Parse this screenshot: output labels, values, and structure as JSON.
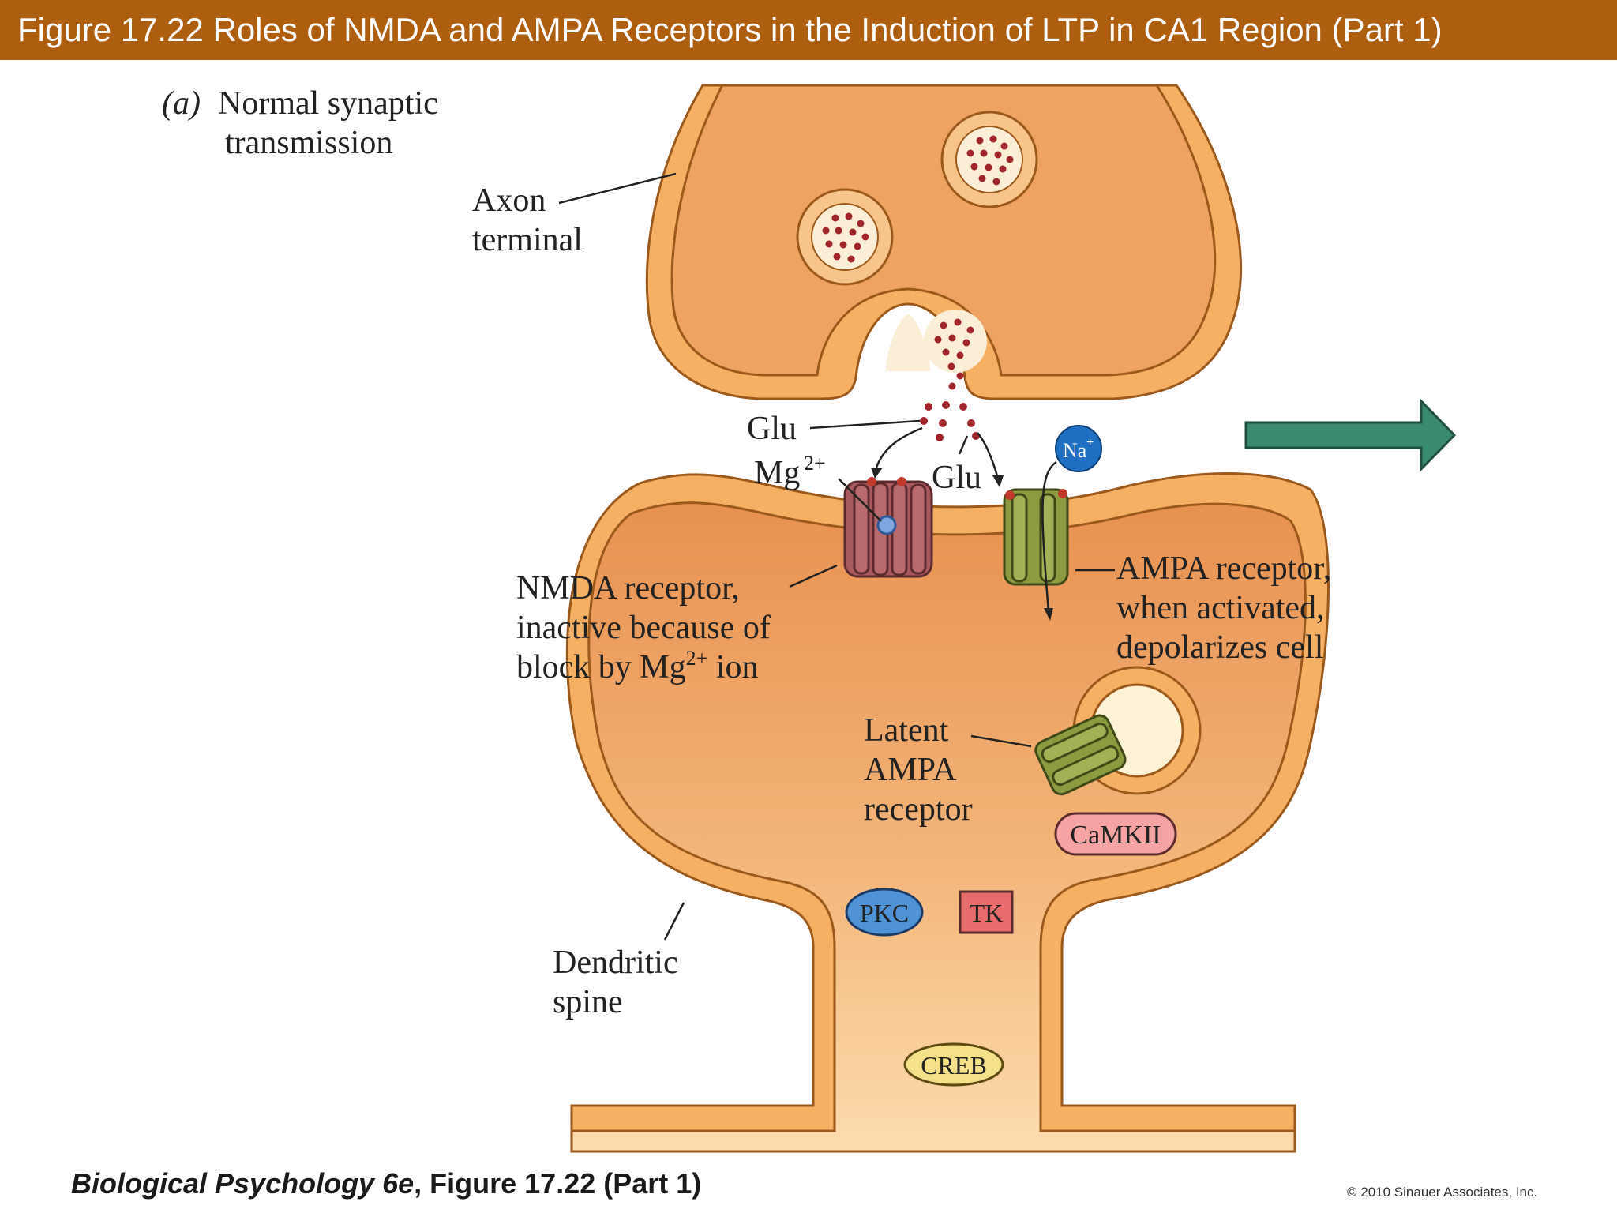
{
  "header": {
    "title": "Figure 17.22  Roles of NMDA and AMPA Receptors in the Induction of LTP in CA1 Region (Part 1)"
  },
  "panel": {
    "letter": "(a)",
    "title_line1": "Normal synaptic",
    "title_line2": "transmission"
  },
  "labels": {
    "axon_terminal_1": "Axon",
    "axon_terminal_2": "terminal",
    "glu_top": "Glu",
    "mg": "Mg",
    "mg_sup": "2+",
    "glu_right": "Glu",
    "na": "Na",
    "na_sup": "+",
    "nmda_1": "NMDA receptor,",
    "nmda_2": "inactive because of",
    "nmda_3_pre": "block by Mg",
    "nmda_3_sup": "2+",
    "nmda_3_post": " ion",
    "ampa_1": "AMPA receptor,",
    "ampa_2": "when activated,",
    "ampa_3": "depolarizes cell",
    "latent_1": "Latent",
    "latent_2": "AMPA",
    "latent_3": "receptor",
    "camkii": "CaMKII",
    "pkc": "PKC",
    "tk": "TK",
    "creb": "CREB",
    "dendritic_1": "Dendritic",
    "dendritic_2": "spine"
  },
  "footer": {
    "book_italic": "Biological Psychology 6e",
    "book_rest": ", Figure 17.22 (Part 1)",
    "copyright": "© 2010 Sinauer Associates, Inc."
  },
  "colors": {
    "banner": "#ad5e0f",
    "membrane": "#f6b064",
    "cytoplasm": "#eea363",
    "nmda": "#a95a5e",
    "ampa": "#8c9a40",
    "arrow": "#3a8a72",
    "pkc": "#4f93d6",
    "tk": "#e86c6c",
    "camkii": "#f5a3a3",
    "creb": "#f4e18a"
  }
}
